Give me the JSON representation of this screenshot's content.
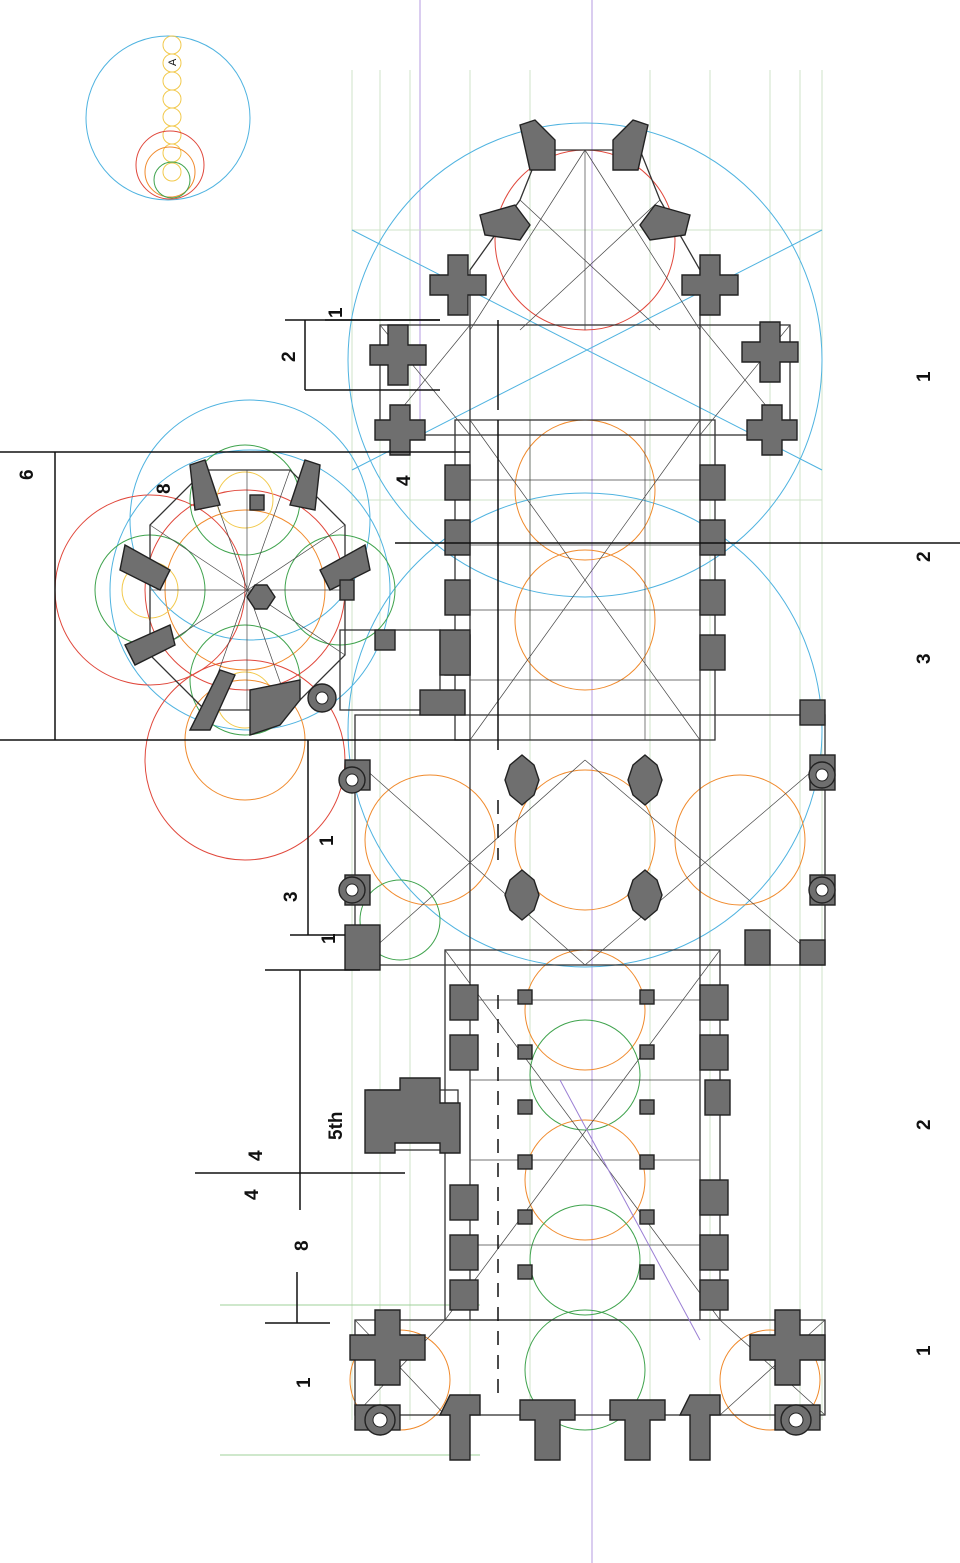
{
  "labels": {
    "legend_letter": "A",
    "dim_1_top": "1",
    "dim_2_left": "2",
    "dim_6": "6",
    "dim_8_chapter": "8",
    "dim_4_top": "4",
    "dim_1_crossing": "1",
    "dim_3_left": "3",
    "dim_1_low": "1",
    "dim_5th": "5th",
    "dim_4_a": "4",
    "dim_4_b": "4",
    "dim_8_bottom": "8",
    "dim_1_bottom_left": "1",
    "right_1_top": "1",
    "right_2": "2",
    "right_3": "3",
    "right_2_lower": "2",
    "right_1_bottom": "1"
  },
  "colors": {
    "pier": "#6f6f6f",
    "blue": "#4fb3e0",
    "red": "#e0483c",
    "orange": "#f08a2c",
    "green": "#3fa34d",
    "yellow": "#f2c94c",
    "violet": "#9b7fd4"
  }
}
